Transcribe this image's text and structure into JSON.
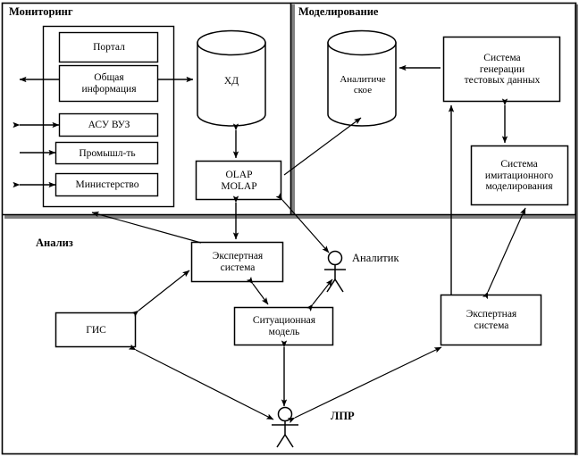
{
  "diagram": {
    "title_panels": {
      "monitoring": "Мониторинг",
      "modeling": "Моделирование",
      "analysis": "Анализ"
    },
    "monitoring": {
      "group_items": [
        {
          "id": "portal",
          "label": "Портал"
        },
        {
          "id": "obshaya",
          "label": "Общая\nинформация"
        },
        {
          "id": "asu-vuz",
          "label": "АСУ ВУЗ"
        },
        {
          "id": "promyshl",
          "label": "Промышл-ть"
        },
        {
          "id": "ministerstvo",
          "label": "Министерство"
        }
      ],
      "warehouse_cylinder": "ХД",
      "olap_box": "OLAP\nMOLAP"
    },
    "modeling": {
      "analytical_cylinder": "Аналитиче\nское",
      "test_data_system": "Система\nгенерации\nтестовых данных",
      "simulation_system": "Система\nимитационного\nмоделирования"
    },
    "analysis": {
      "expert_system_left": "Экспертная\nсистема",
      "expert_system_right": "Экспертная\nсистема",
      "gis": "ГИС",
      "situational_model": "Ситуационная\nмодель"
    },
    "actors": [
      {
        "id": "analitik",
        "label": "Аналитик"
      },
      {
        "id": "lpr",
        "label": "ЛПР"
      }
    ],
    "colors": {
      "stroke": "#000000",
      "background": "#ffffff",
      "panel_shadow": "#808080"
    }
  }
}
